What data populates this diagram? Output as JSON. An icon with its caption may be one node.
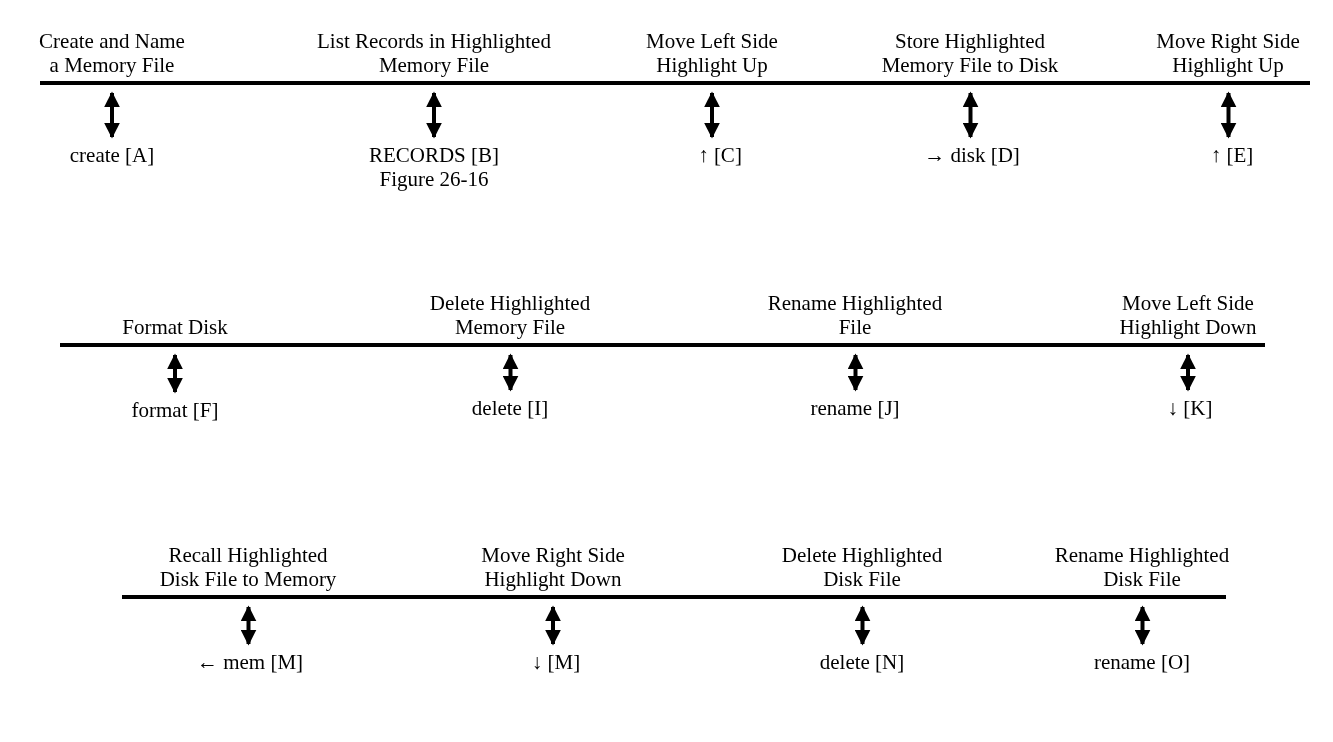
{
  "diagram": {
    "nodes": [
      {
        "text": [
          "Create and Name a Memory File"
        ]
      },
      {
        "text": [
          "create [A]"
        ]
      },
      {
        "text": [
          "List Records in Highlighted Memory File"
        ]
      },
      {
        "text": [
          "RECORDS [B]",
          "Figure 26-16"
        ]
      },
      {
        "text": [
          "Move Left Side Highlight Up"
        ]
      },
      {
        "text": [
          "↑ [C]"
        ]
      },
      {
        "text": [
          "Store Highlighted Memory File to Disk"
        ]
      },
      {
        "text": [
          "→ disk [D]"
        ]
      },
      {
        "text": [
          "Move Right Side Highlight Up"
        ]
      },
      {
        "text": [
          "↑ [E]"
        ]
      },
      {
        "text": [
          "Format Disk"
        ]
      },
      {
        "text": [
          "format [F]"
        ]
      },
      {
        "text": [
          "Delete Highlighted Memory File"
        ]
      },
      {
        "text": [
          "delete [I]"
        ]
      },
      {
        "text": [
          "Rename Highlighted File"
        ]
      },
      {
        "text": [
          "rename [J]"
        ]
      },
      {
        "text": [
          "Move Left Side Highlight Down"
        ]
      },
      {
        "text": [
          "↓ [K]"
        ]
      },
      {
        "text": [
          "Recall Highlighted Disk File to Memory"
        ]
      },
      {
        "text": [
          "← mem [M]"
        ]
      },
      {
        "text": [
          "Move Right Side Highlight Down"
        ]
      },
      {
        "text": [
          "↓ [M]"
        ]
      },
      {
        "text": [
          "Delete Highlighted Disk File"
        ]
      },
      {
        "text": [
          "delete [N]"
        ]
      },
      {
        "text": [
          "Rename Highlighted Disk File"
        ]
      },
      {
        "text": [
          "rename [O]"
        ]
      }
    ],
    "edges": [
      {
        "from": 0,
        "to": 1,
        "arrow": "both"
      },
      {
        "from": 2,
        "to": 3,
        "arrow": "both"
      },
      {
        "from": 4,
        "to": 5,
        "arrow": "both"
      },
      {
        "from": 6,
        "to": 7,
        "arrow": "both"
      },
      {
        "from": 8,
        "to": 9,
        "arrow": "both"
      },
      {
        "from": 10,
        "to": 11,
        "arrow": "both"
      },
      {
        "from": 12,
        "to": 13,
        "arrow": "both"
      },
      {
        "from": 14,
        "to": 15,
        "arrow": "both"
      },
      {
        "from": 16,
        "to": 17,
        "arrow": "both"
      },
      {
        "from": 18,
        "to": 19,
        "arrow": "both"
      },
      {
        "from": 20,
        "to": 21,
        "arrow": "both"
      },
      {
        "from": 22,
        "to": 23,
        "arrow": "both"
      },
      {
        "from": 24,
        "to": 25,
        "arrow": "both"
      }
    ]
  }
}
